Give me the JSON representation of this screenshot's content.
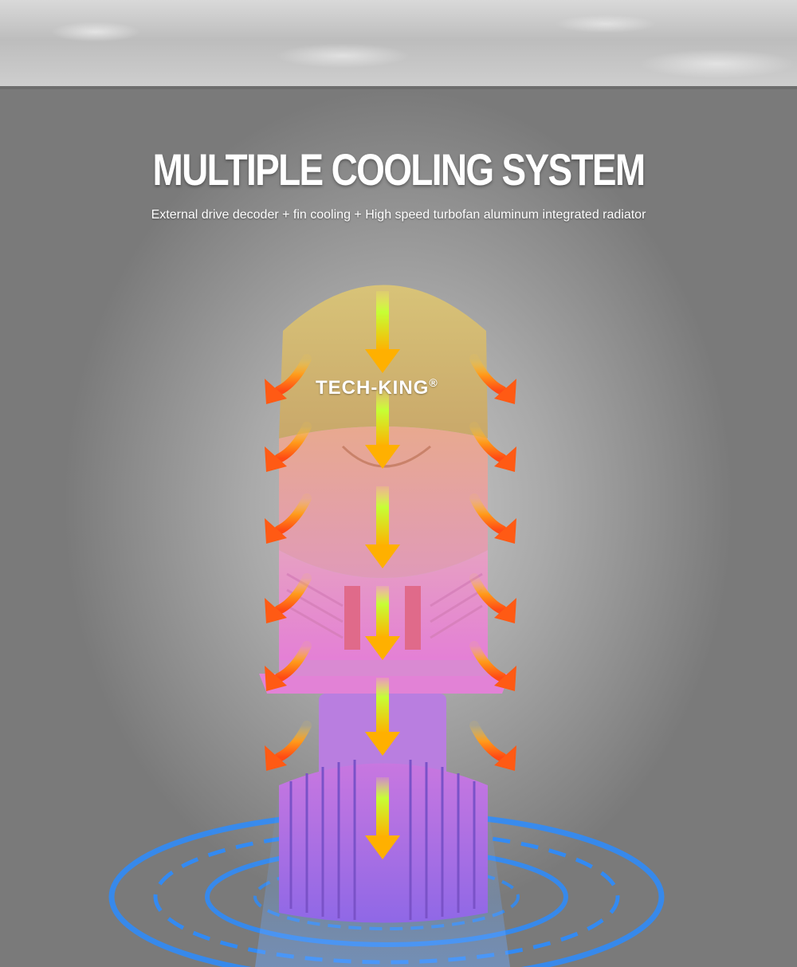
{
  "heading": {
    "title": "MULTIPLE COOLING SYSTEM",
    "subtitle": "External drive decoder + fin cooling + High speed turbofan aluminum integrated radiator"
  },
  "product": {
    "brand": "TECH-KING",
    "registered_mark": "®"
  },
  "colors": {
    "arrow_center": "#d8e61a",
    "arrow_side": "#ff6a1a",
    "rings": "#2b8cff",
    "shade_top": "#d9c27a",
    "body_pink": "#e89ad6",
    "fins_purple": "#9a62e0"
  }
}
